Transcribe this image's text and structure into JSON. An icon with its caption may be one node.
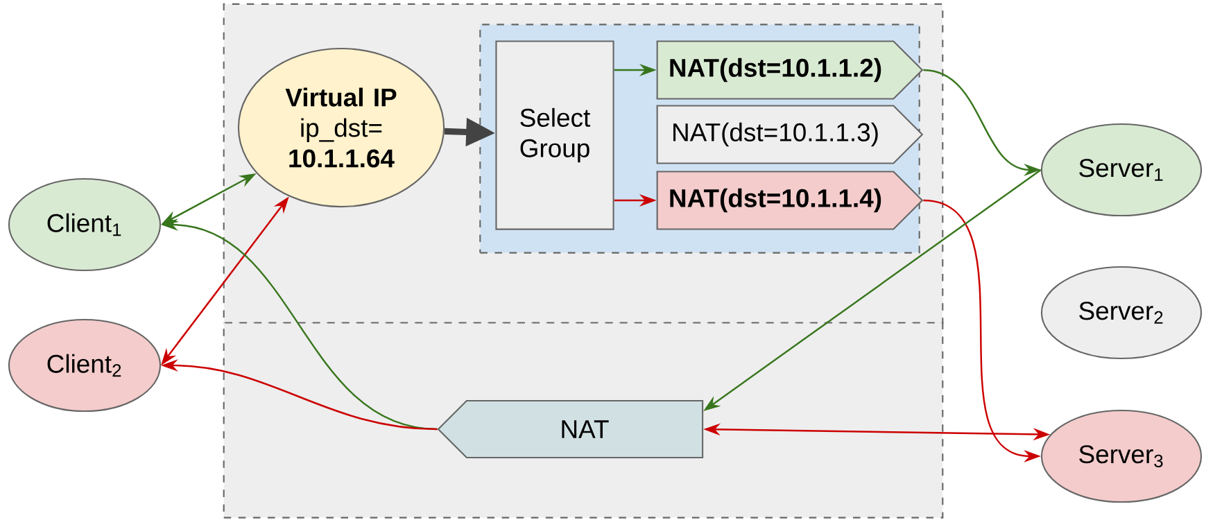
{
  "diagram": {
    "nodes": [
      {
        "text": [],
        "shape": "box"
      },
      {
        "text": [
          "Client$_{1}$"
        ]
      },
      {
        "text": [
          "Client$_{2}$"
        ]
      },
      {
        "text": [
          "**Virtual IP** ip_dst= **10.1.1.64**"
        ],
        "in": 0
      },
      {
        "text": [],
        "shape": "box",
        "in": 0
      },
      {
        "text": [
          "Select Group"
        ],
        "in": 4
      },
      {
        "text": [
          "NAT(dst=10.1.1.2)"
        ],
        "in": 4
      },
      {
        "text": [
          "NAT(dst=10.1.1.3)"
        ],
        "in": 4
      },
      {
        "text": [
          "NAT(dst=10.1.1.4)"
        ],
        "in": 4
      },
      {
        "text": [],
        "shape": "box"
      },
      {
        "text": [
          "NAT"
        ],
        "in": 9
      },
      {
        "text": [
          "Server$_{1}$"
        ]
      },
      {
        "text": [
          "Server$_{2}$"
        ]
      },
      {
        "text": [
          "Server$_{3}$"
        ]
      }
    ],
    "edges": [
      {
        "from": 1,
        "to": 3,
        "arrow": "both",
        "color": "#38761d"
      },
      {
        "from": 2,
        "to": 3,
        "arrow": "both",
        "color": "#cc0000"
      },
      {
        "from": 3,
        "to": 5,
        "arrow": "to",
        "style": "thick",
        "color": "#434343"
      },
      {
        "from": 5,
        "to": 6,
        "arrow": "to",
        "color": "#38761d"
      },
      {
        "from": 5,
        "to": 8,
        "arrow": "to",
        "color": "#cc0000"
      },
      {
        "from": 6,
        "to": 11,
        "arrow": "to",
        "color": "#38761d"
      },
      {
        "from": 8,
        "to": 13,
        "arrow": "to",
        "color": "#cc0000"
      },
      {
        "from": 11,
        "to": 10,
        "arrow": "to",
        "color": "#38761d"
      },
      {
        "from": 10,
        "to": 13,
        "arrow": "both",
        "color": "#cc0000"
      },
      {
        "from": 10,
        "to": 1,
        "arrow": "to",
        "color": "#38761d"
      },
      {
        "from": 10,
        "to": 2,
        "arrow": "to",
        "color": "#cc0000"
      }
    ]
  }
}
